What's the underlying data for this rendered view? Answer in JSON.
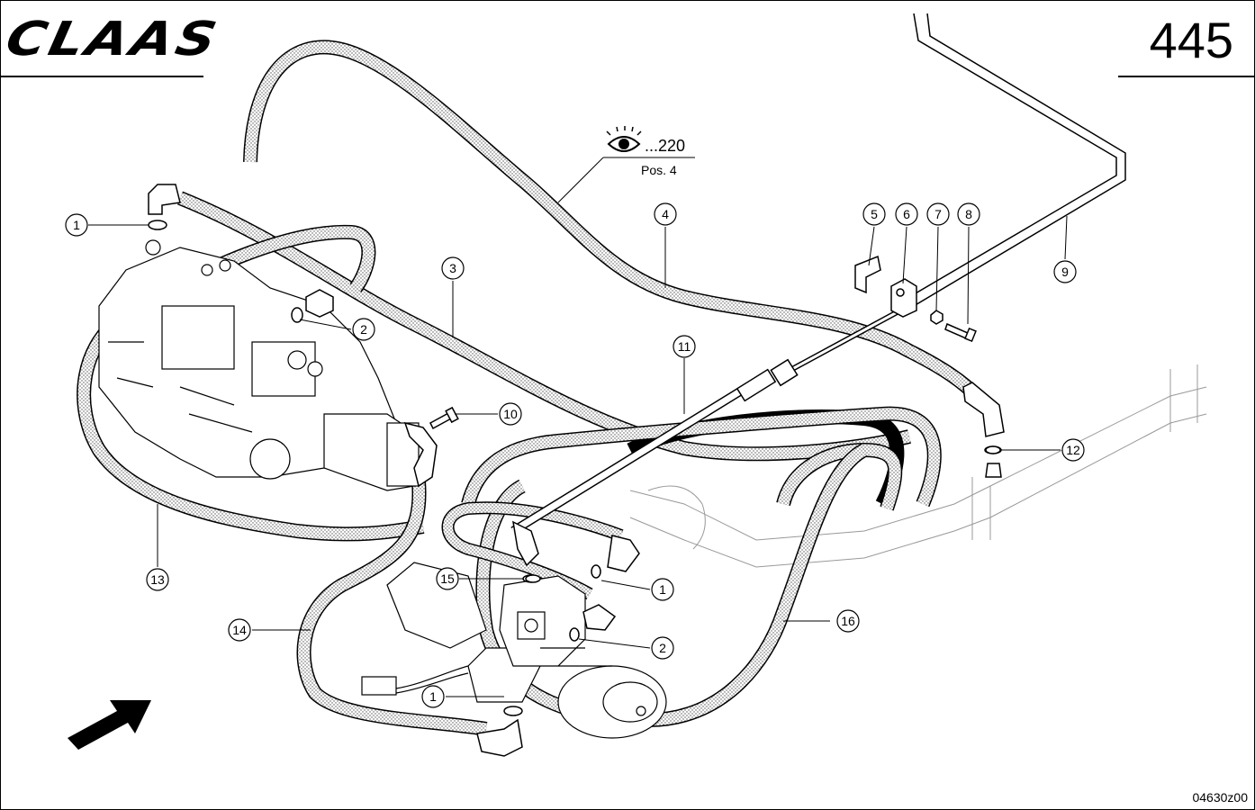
{
  "header": {
    "brand": "CLAAS",
    "page_number": "445"
  },
  "footer": {
    "drawing_code": "04630z00"
  },
  "reference": {
    "text": "...220",
    "position": "Pos. 4",
    "icon": "eye-icon"
  },
  "callouts": [
    {
      "id": "c1a",
      "label": "1"
    },
    {
      "id": "c2a",
      "label": "2"
    },
    {
      "id": "c3",
      "label": "3"
    },
    {
      "id": "c4",
      "label": "4"
    },
    {
      "id": "c5",
      "label": "5"
    },
    {
      "id": "c6",
      "label": "6"
    },
    {
      "id": "c7",
      "label": "7"
    },
    {
      "id": "c8",
      "label": "8"
    },
    {
      "id": "c9",
      "label": "9"
    },
    {
      "id": "c10",
      "label": "10"
    },
    {
      "id": "c11",
      "label": "11"
    },
    {
      "id": "c12",
      "label": "12"
    },
    {
      "id": "c13",
      "label": "13"
    },
    {
      "id": "c14",
      "label": "14"
    },
    {
      "id": "c15",
      "label": "15"
    },
    {
      "id": "c1b",
      "label": "1"
    },
    {
      "id": "c2b",
      "label": "2"
    },
    {
      "id": "c16",
      "label": "16"
    },
    {
      "id": "c1c",
      "label": "1"
    }
  ],
  "colors": {
    "line": "#000000",
    "hose_fill": "#d9d9d9",
    "background": "#ffffff"
  }
}
